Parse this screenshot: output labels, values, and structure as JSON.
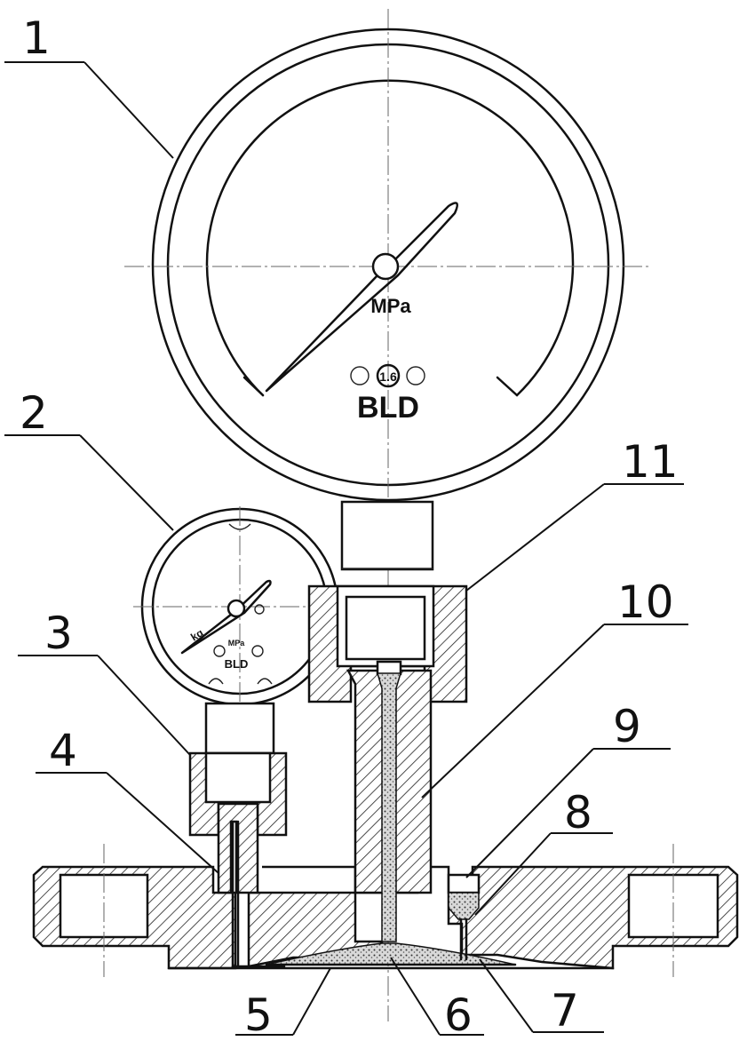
{
  "gauge_main": {
    "unit_label": "MPa",
    "class_label": "1.6",
    "brand_label": "BLD"
  },
  "gauge_small": {
    "unit_label": "MPa",
    "brand_label": "BLD",
    "scale_mark": "kg"
  },
  "callouts": [
    {
      "id": "1",
      "text": "1"
    },
    {
      "id": "2",
      "text": "2"
    },
    {
      "id": "3",
      "text": "3"
    },
    {
      "id": "4",
      "text": "4"
    },
    {
      "id": "5",
      "text": "5"
    },
    {
      "id": "6",
      "text": "6"
    },
    {
      "id": "7",
      "text": "7"
    },
    {
      "id": "8",
      "text": "8"
    },
    {
      "id": "9",
      "text": "9"
    },
    {
      "id": "10",
      "text": "10"
    },
    {
      "id": "11",
      "text": "11"
    }
  ]
}
